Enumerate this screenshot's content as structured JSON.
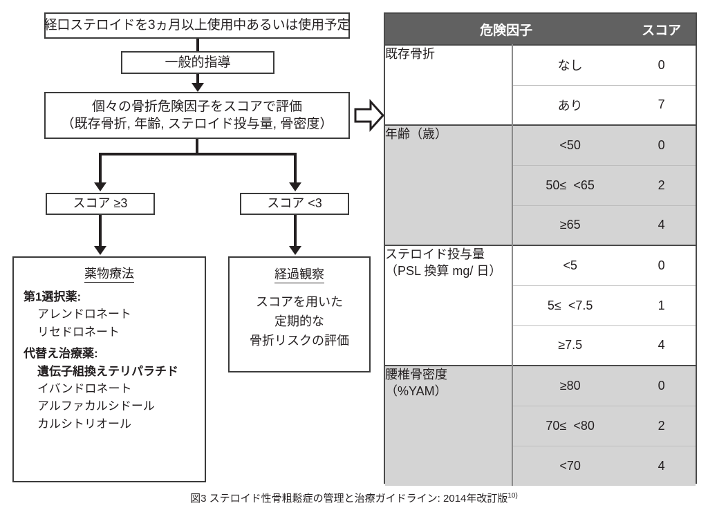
{
  "flow": {
    "oral_steroid": "経口ステロイドを3ヵ月以上使用中あるいは使用予定",
    "general_guidance": "一般的指導",
    "evaluate_line1": "個々の骨折危険因子をスコアで評価",
    "evaluate_line2": "（既存骨折, 年齢, ステロイド投与量, 骨密度）",
    "score_high": "スコア ≥3",
    "score_low": "スコア <3",
    "drug": {
      "title": "薬物療法",
      "first_choice_label": "第1選択薬:",
      "first_choice_items": [
        "アレンドロネート",
        "リセドロネート"
      ],
      "alternative_label": "代替え治療薬:",
      "alternative_items": [
        "遺伝子組換えテリパラチド",
        "イバンドロネート",
        "アルファカルシドール",
        "カルシトリオール"
      ]
    },
    "observation": {
      "title": "経過観察",
      "lines": [
        "スコアを用いた",
        "定期的な",
        "骨折リスクの評価"
      ]
    }
  },
  "table": {
    "header": {
      "factor": "危険因子",
      "score": "スコア"
    },
    "sections": [
      {
        "factor_lines": [
          "既存骨折"
        ],
        "shaded": false,
        "rows": [
          {
            "criterion": "なし",
            "score": "0"
          },
          {
            "criterion": "あり",
            "score": "7"
          }
        ]
      },
      {
        "factor_lines": [
          "年齢（歳）"
        ],
        "shaded": true,
        "rows": [
          {
            "criterion": "<50",
            "score": "0"
          },
          {
            "criterion": "50≤  <65",
            "score": "2"
          },
          {
            "criterion": "≥65",
            "score": "4"
          }
        ]
      },
      {
        "factor_lines": [
          "ステロイド投与量",
          "（PSL 換算 mg/ 日）"
        ],
        "shaded": false,
        "rows": [
          {
            "criterion": "<5",
            "score": "0"
          },
          {
            "criterion": "5≤  <7.5",
            "score": "1"
          },
          {
            "criterion": "≥7.5",
            "score": "4"
          }
        ]
      },
      {
        "factor_lines": [
          "腰椎骨密度",
          "（%YAM）"
        ],
        "shaded": true,
        "rows": [
          {
            "criterion": "≥80",
            "score": "0"
          },
          {
            "criterion": "70≤  <80",
            "score": "2"
          },
          {
            "criterion": "<70",
            "score": "4"
          }
        ]
      }
    ]
  },
  "caption": {
    "text": "図3 ステロイド性骨粗鬆症の管理と治療ガイドライン: 2014年改訂版",
    "reference": "10)"
  },
  "colors": {
    "header_bg": "#616161",
    "header_text": "#ffffff",
    "shade_bg": "#d4d4d4",
    "line": "#231f20",
    "border": "#4a4a4a"
  }
}
